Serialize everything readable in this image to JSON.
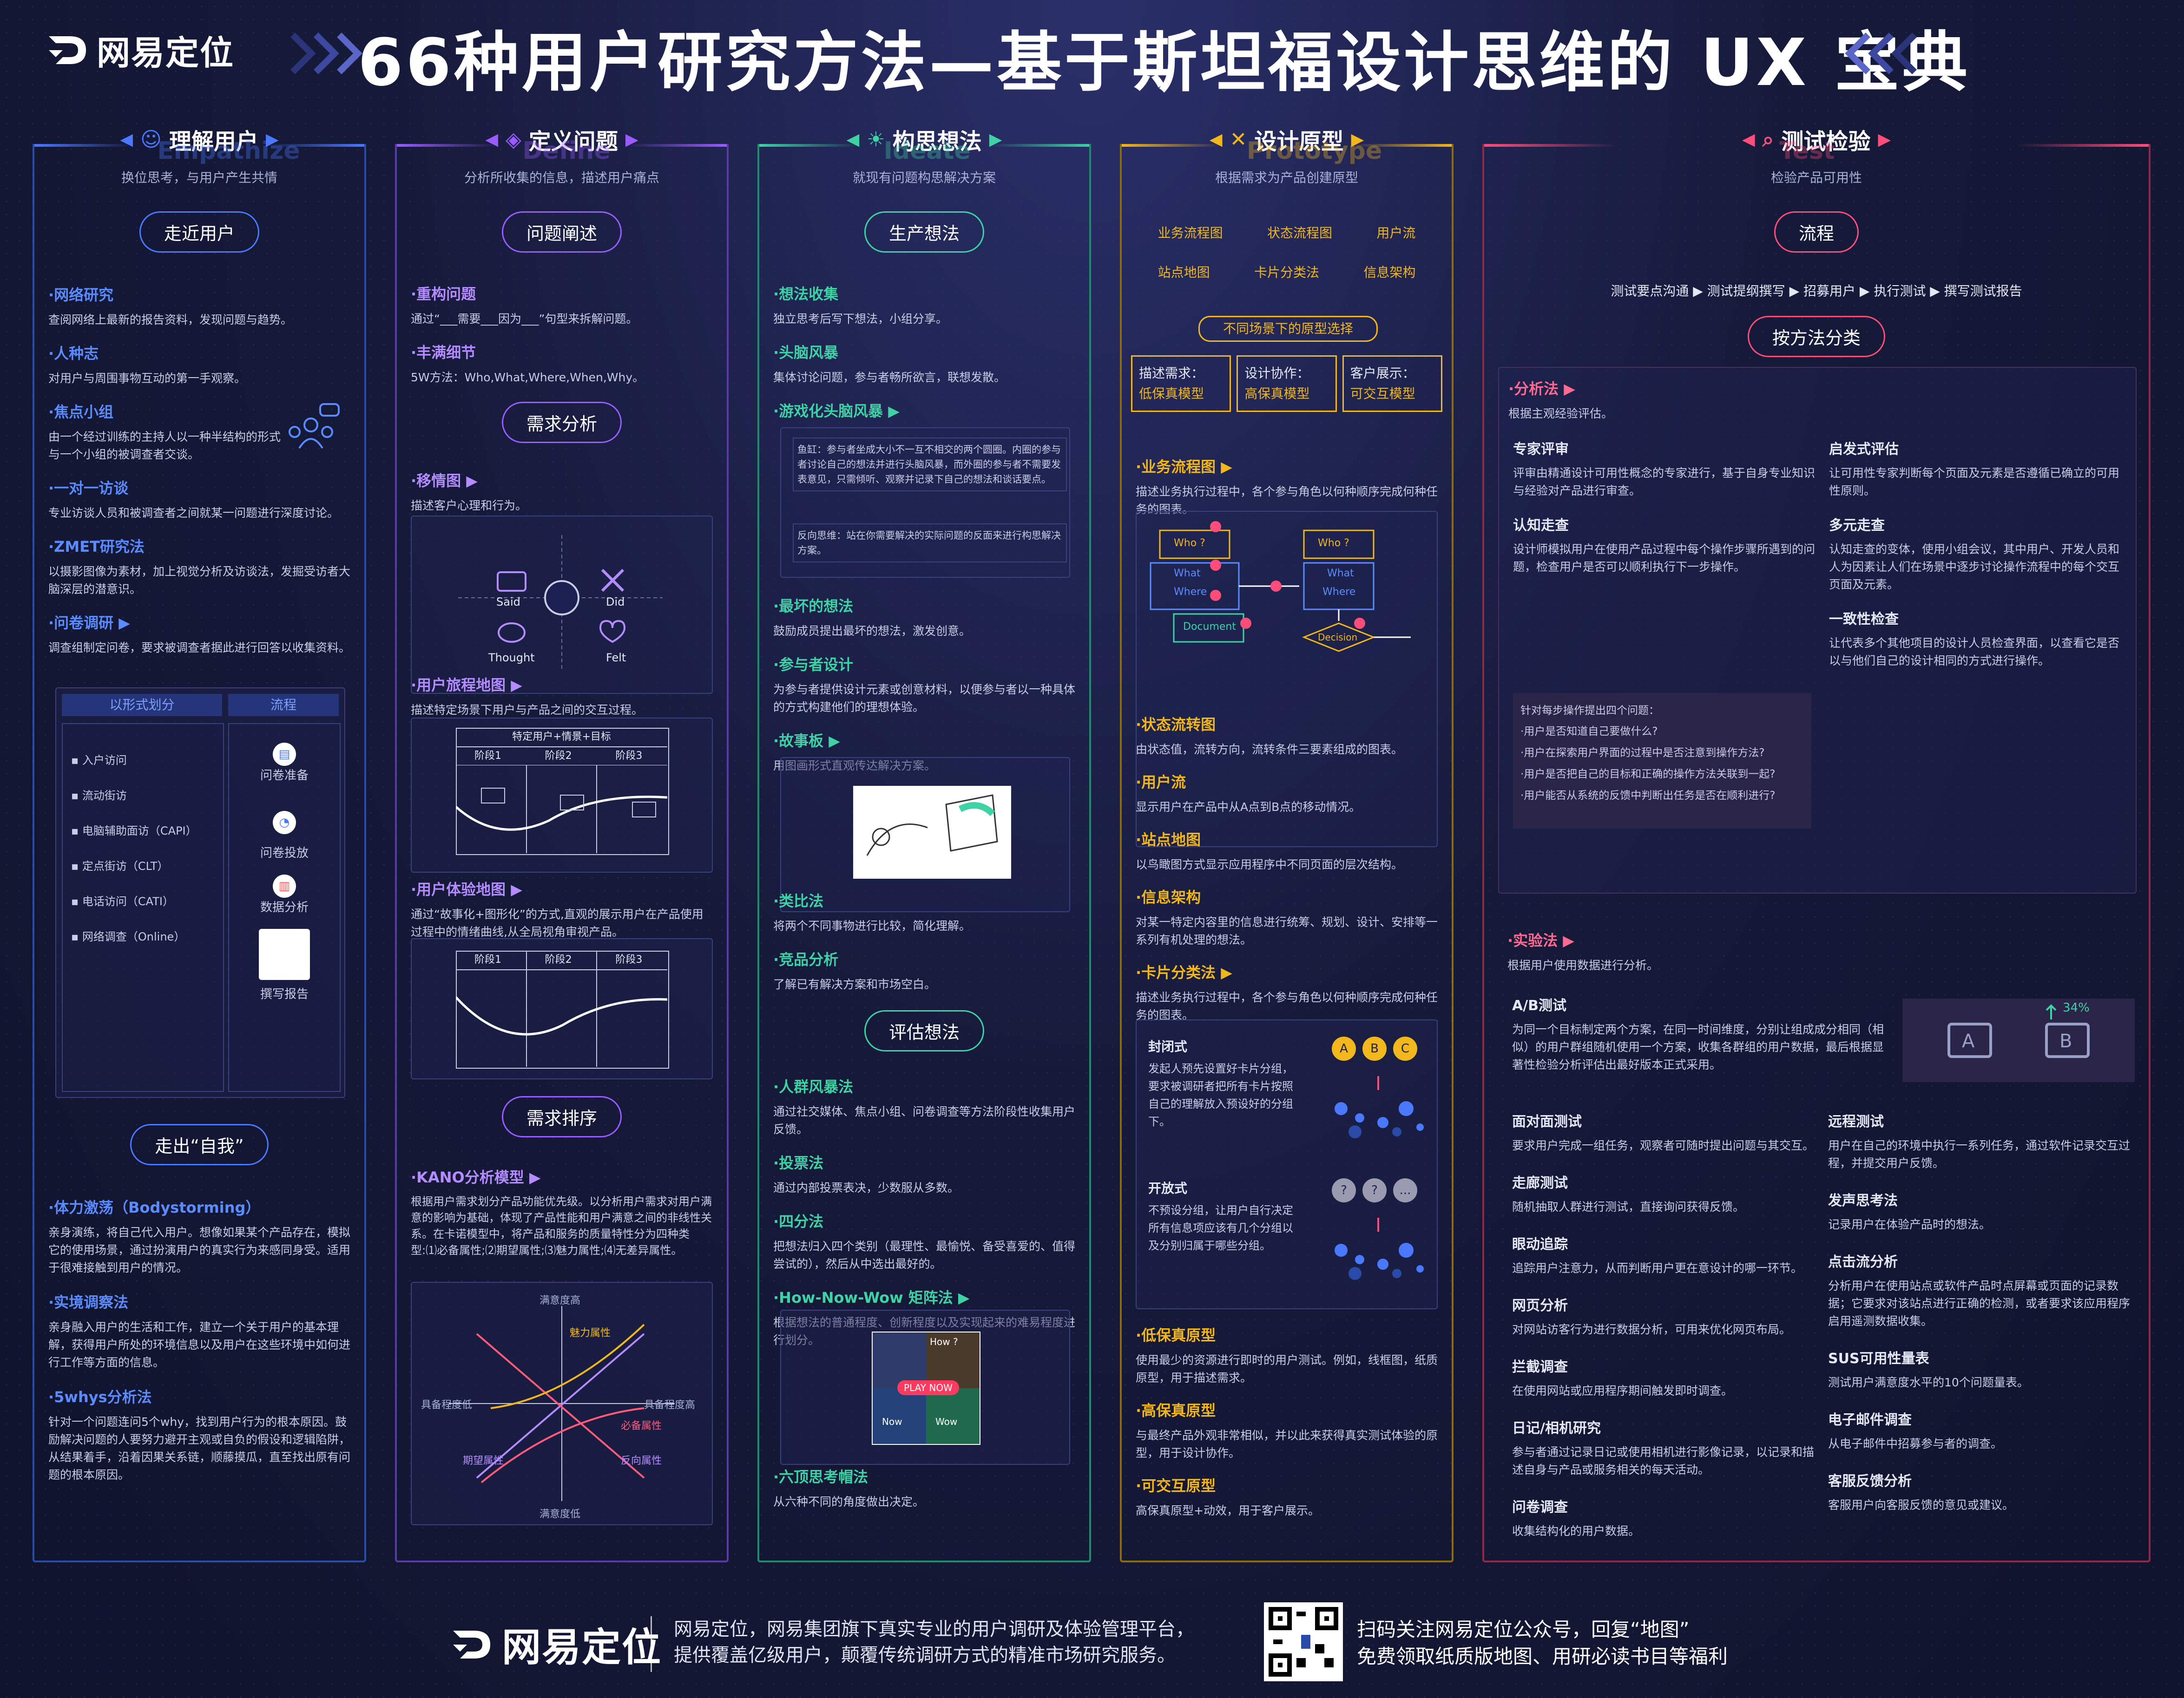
{
  "header": {
    "brand": "网易定位",
    "title": "66种用户研究方法—基于斯坦福设计思维的 UX 宝典"
  },
  "columns": {
    "c1": {
      "title": "理解用户",
      "en": "Empathize",
      "sub": "换位思考，与用户产生共情",
      "pill1": "走近用户",
      "items": [
        {
          "h": "·网络研究",
          "t": "查阅网络上最新的报告资料，发现问题与趋势。"
        },
        {
          "h": "·人种志",
          "t": "对用户与周围事物互动的第一手观察。"
        },
        {
          "h": "·焦点小组",
          "t": "由一个经过训练的主持人以一种半结构的形式与一个小组的被调查者交谈。"
        },
        {
          "h": "·一对一访谈",
          "t": "专业访谈人员和被调查者之间就某一问题进行深度讨论。"
        },
        {
          "h": "·ZMET研究法",
          "t": "以摄影图像为素材，加上视觉分析及访谈法，发掘受访者大脑深层的潜意识。"
        },
        {
          "h": "·问卷调研 ▶",
          "t": "调查组制定问卷，要求被调查者据此进行回答以收集资料。"
        }
      ],
      "survey": {
        "left_head": "以形式划分",
        "right_head": "流程",
        "forms": [
          "入户访问",
          "流动街访",
          "电脑辅助面访（CAPI）",
          "定点街访（CLT）",
          "电话访问（CATI）",
          "网络调查（Online）"
        ],
        "flow": [
          "问卷准备",
          "问卷投放",
          "数据分析",
          "撰写报告"
        ]
      },
      "pill2": "走出“自我”",
      "items2": [
        {
          "h": "·体力激荡（Bodystorming）",
          "t": "亲身演练，将自己代入用户。想像如果某个产品存在，模拟它的使用场景，通过扮演用户的真实行为来感同身受。适用于很难接触到用户的情况。"
        },
        {
          "h": "·实境调察法",
          "t": "亲身融入用户的生活和工作，建立一个关于用户的基本理解，获得用户所处的环境信息以及用户在这些环境中如何进行工作等方面的信息。"
        },
        {
          "h": "·5whys分析法",
          "t": "针对一个问题连问5个why，找到用户行为的根本原因。鼓励解决问题的人要努力避开主观或自负的假设和逻辑陷阱，从结果着手，沿着因果关系链，顺藤摸瓜，直至找出原有问题的根本原因。"
        }
      ]
    },
    "c2": {
      "title": "定义问题",
      "en": "Define",
      "sub": "分析所收集的信息，描述用户痛点",
      "pill1": "问题阐述",
      "items": [
        {
          "h": "·重构问题",
          "t": "通过“___需要___因为___”句型来拆解问题。"
        },
        {
          "h": "·丰满细节",
          "t": "5W方法：Who,What,Where,When,Why。"
        }
      ],
      "pill2": "需求分析",
      "items2": [
        {
          "h": "·移情图 ▶",
          "t": "描述客户心理和行为。"
        },
        {
          "h": "·用户旅程地图 ▶",
          "t": "描述特定场景下用户与产品之间的交互过程。"
        },
        {
          "h": "·用户体验地图 ▶",
          "t": "通过“故事化+图形化”的方式,直观的展示用户在产品使用过程中的情绪曲线,从全局视角审视产品。"
        }
      ],
      "empathy": [
        "Said",
        "Did",
        "Thought",
        "Felt"
      ],
      "journey_head": "特定用户+情景+目标",
      "stages": [
        "阶段1",
        "阶段2",
        "阶段3"
      ],
      "pill3": "需求排序",
      "kano": {
        "h": "·KANO分析模型 ▶",
        "t": "根据用户需求划分产品功能优先级。以分析用户需求对用户满意的影响为基础，体现了产品性能和用户满意之间的非线性关系。在卡诺模型中，将产品和服务的质量特性分为四种类型:⑴必备属性;⑵期望属性;⑶魅力属性;⑷无差异属性。",
        "labels": [
          "满意度高",
          "魅力属性",
          "具备程度低",
          "具备程度高",
          "必备属性",
          "期望属性",
          "反向属性",
          "满意度低"
        ]
      }
    },
    "c3": {
      "title": "构思想法",
      "en": "Ideate",
      "sub": "就现有问题构思解决方案",
      "pill1": "生产想法",
      "items": [
        {
          "h": "·想法收集",
          "t": "独立思考后写下想法，小组分享。"
        },
        {
          "h": "·头脑风暴",
          "t": "集体讨论问题，参与者畅所欲言，联想发散。"
        },
        {
          "h": "·游戏化头脑风暴 ▶",
          "t": ""
        }
      ],
      "game": [
        "鱼缸：参与者坐成大小不一互不相交的两个圆圈。内圈的参与者讨论自己的想法并进行头脑风暴，而外圈的参与者不需要发表意见，只需倾听、观察并记录下自己的想法和谈话要点。",
        "反向思维：站在你需要解决的实际问题的反面来进行构思解决方案。"
      ],
      "items2": [
        {
          "h": "·最坏的想法",
          "t": "鼓励成员提出最坏的想法，激发创意。"
        },
        {
          "h": "·参与者设计",
          "t": "为参与者提供设计元素或创意材料，以便参与者以一种具体的方式构建他们的理想体验。"
        },
        {
          "h": "·故事板 ▶",
          "t": "用图画形式直观传达解决方案。"
        },
        {
          "h": "·类比法",
          "t": "将两个不同事物进行比较，简化理解。"
        },
        {
          "h": "·竞品分析",
          "t": "了解已有解决方案和市场空白。"
        }
      ],
      "pill2": "评估想法",
      "items3": [
        {
          "h": "·人群风暴法",
          "t": "通过社交媒体、焦点小组、问卷调查等方法阶段性收集用户反馈。"
        },
        {
          "h": "·投票法",
          "t": "通过内部投票表决，少数服从多数。"
        },
        {
          "h": "·四分法",
          "t": "把想法归入四个类别（最理性、最愉悦、备受喜爱的、值得尝试的），然后从中选出最好的。"
        },
        {
          "h": "·How-Now-Wow 矩阵法 ▶",
          "t": "根据想法的普通程度、创新程度以及实现起来的难易程度进行划分。"
        },
        {
          "h": "·六顶思考帽法",
          "t": "从六种不同的角度做出决定。"
        }
      ],
      "matrix": [
        "How ?",
        "PLAY NOW",
        "Now",
        "Wow"
      ]
    },
    "c4": {
      "title": "设计原型",
      "en": "Prototype",
      "sub": "根据需求为产品创建原型",
      "row1": [
        "业务流程图",
        "状态流程图",
        "用户流"
      ],
      "row2": [
        "站点地图",
        "卡片分类法",
        "信息架构"
      ],
      "choice": "不同场景下的原型选择",
      "cards": [
        {
          "a": "描述需求：",
          "b": "低保真模型"
        },
        {
          "a": "设计协作：",
          "b": "高保真模型"
        },
        {
          "a": "客户展示：",
          "b": "可交互模型"
        }
      ],
      "items": [
        {
          "h": "·业务流程图 ▶",
          "t": "描述业务执行过程中，各个参与角色以何种顺序完成何种任务的图表。"
        },
        {
          "h": "·状态流转图",
          "t": "由状态值，流转方向，流转条件三要素组成的图表。"
        },
        {
          "h": "·用户流",
          "t": "显示用户在产品中从A点到B点的移动情况。"
        },
        {
          "h": "·站点地图",
          "t": "以鸟瞰图方式显示应用程序中不同页面的层次结构。"
        },
        {
          "h": "·信息架构",
          "t": "对某一特定内容里的信息进行统筹、规划、设计、安排等一系列有机处理的想法。"
        },
        {
          "h": "·卡片分类法 ▶",
          "t": "描述业务执行过程中，各个参与角色以何种顺序完成何种任务的图表。"
        }
      ],
      "flow": [
        "Who ?",
        "What",
        "Where",
        "Document",
        "Who ?",
        "What",
        "Where",
        "Decision"
      ],
      "cardsort": [
        {
          "h": "封闭式",
          "t": "发起人预先设置好卡片分组，要求被调研者把所有卡片按照自己的理解放入预设好的分组下。",
          "tags": [
            "A",
            "B",
            "C"
          ]
        },
        {
          "h": "开放式",
          "t": "不预设分组，让用户自行决定所有信息项应该有几个分组以及分别归属于哪些分组。",
          "tags": [
            "?",
            "?",
            "..."
          ]
        }
      ],
      "items2": [
        {
          "h": "·低保真原型",
          "t": "使用最少的资源进行即时的用户测试。例如，线框图，纸质原型，用于描述需求。"
        },
        {
          "h": "·高保真原型",
          "t": "与最终产品外观非常相似，并以此来获得真实测试体验的原型，用于设计协作。"
        },
        {
          "h": "·可交互原型",
          "t": "高保真原型+动效，用于客户展示。"
        }
      ]
    },
    "c5": {
      "title": "测试检验",
      "en": "Test",
      "sub": "检验产品可用性",
      "pill1": "流程",
      "flow": "测试要点沟通 ▶ 测试提纲撰写 ▶ 招募用户 ▶ 执行测试 ▶ 撰写测试报告",
      "pill2": "按方法分类",
      "analysis": {
        "h": "·分析法 ▶",
        "t": "根据主观经验评估。",
        "left": [
          {
            "h": "专家评审",
            "t": "评审由精通设计可用性概念的专家进行，基于自身专业知识与经验对产品进行审查。"
          },
          {
            "h": "认知走查",
            "t": "设计师模拟用户在使用产品过程中每个操作步骤所遇到的问题，检查用户是否可以顺利执行下一步操作。"
          }
        ],
        "questions_head": "针对每步操作提出四个问题：",
        "questions": [
          "·用户是否知道自己要做什么?",
          "·用户在探索用户界面的过程中是否注意到操作方法?",
          "·用户是否把自己的目标和正确的操作方法关联到一起?",
          "·用户能否从系统的反馈中判断出任务是否在顺利进行?"
        ],
        "right": [
          {
            "h": "启发式评估",
            "t": "让可用性专家判断每个页面及元素是否遵循已确立的可用性原则。"
          },
          {
            "h": "多元走查",
            "t": "认知走查的变体，使用小组会议，其中用户、开发人员和人为因素让人们在场景中逐步讨论操作流程中的每个交互页面及元素。"
          },
          {
            "h": "一致性检查",
            "t": "让代表多个其他项目的设计人员检查界面，以查看它是否以与他们自己的设计相同的方式进行操作。"
          }
        ]
      },
      "experiment": {
        "h": "·实验法 ▶",
        "t": "根据用户使用数据进行分析。",
        "ab": {
          "h": "A/B测试",
          "t": "为同一个目标制定两个方案，在同一时间维度，分别让组成成分相同（相似）的用户群组随机使用一个方案，收集各群组的用户数据，最后根据显著性检验分析评估出最好版本正式采用。",
          "pct": "34%"
        },
        "left": [
          {
            "h": "面对面测试",
            "t": "要求用户完成一组任务，观察者可随时提出问题与其交互。"
          },
          {
            "h": "走廊测试",
            "t": "随机抽取人群进行测试，直接询问获得反馈。"
          },
          {
            "h": "眼动追踪",
            "t": "追踪用户注意力，从而判断用户更在意设计的哪一环节。"
          },
          {
            "h": "网页分析",
            "t": "对网站访客行为进行数据分析，可用来优化网页布局。"
          },
          {
            "h": "拦截调查",
            "t": "在使用网站或应用程序期间触发即时调查。"
          },
          {
            "h": "日记/相机研究",
            "t": "参与者通过记录日记或使用相机进行影像记录，以记录和描述自身与产品或服务相关的每天活动。"
          },
          {
            "h": "问卷调查",
            "t": "收集结构化的用户数据。"
          }
        ],
        "right": [
          {
            "h": "远程测试",
            "t": "用户在自己的环境中执行一系列任务，通过软件记录交互过程，并提交用户反馈。"
          },
          {
            "h": "发声思考法",
            "t": "记录用户在体验产品时的想法。"
          },
          {
            "h": "点击流分析",
            "t": "分析用户在使用站点或软件产品时点屏幕或页面的记录数据；它要求对该站点进行正确的检测，或者要求该应用程序启用遥测数据收集。"
          },
          {
            "h": "SUS可用性量表",
            "t": "测试用户满意度水平的10个问题量表。"
          },
          {
            "h": "电子邮件调查",
            "t": "从电子邮件中招募参与者的调查。"
          },
          {
            "h": "客服反馈分析",
            "t": "客服用户向客服反馈的意见或建议。"
          }
        ]
      }
    }
  },
  "footer": {
    "brand": "网易定位",
    "desc1": "网易定位，网易集团旗下真实专业的用户调研及体验管理平台，",
    "desc2": "提供覆盖亿级用户，颠覆传统调研方式的精准市场研究服务。",
    "cta1": "扫码关注网易定位公众号，回复“地图”",
    "cta2": "免费领取纸质版地图、用研必读书目等福利"
  },
  "colors": {
    "c1": "#4a78ff",
    "c2": "#9a5cff",
    "c3": "#3ed2a4",
    "c4": "#f2b71c",
    "c5": "#ff4d7a"
  }
}
